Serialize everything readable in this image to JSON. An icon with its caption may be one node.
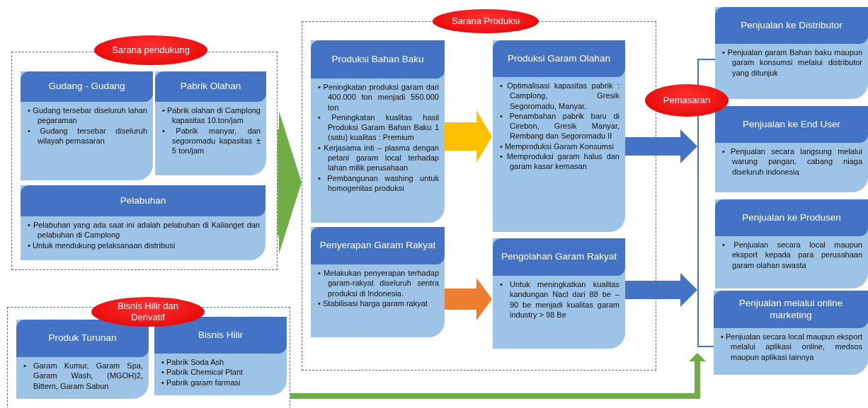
{
  "diagram": {
    "nodes": [
      {
        "text": [
          "Sarana pendukung"
        ]
      },
      {
        "text": [
          "Gudang - Gudang",
          "• Gudang tersebar diseluruh lahan pegaraman",
          "• Gudang tersebar diseluruh wilayah pemasaran"
        ],
        "in": 0
      },
      {
        "text": [
          "Pabrik Olahan",
          "• Pabrik olahan di Camplong kapasitas 10.ton/jam",
          "• Pabrik manyar, dan segoromadu kapasitas ± 5 ton/jam"
        ],
        "in": 0
      },
      {
        "text": [
          "Pelabuhan",
          "• Pelabuhan yang ada saat ini adalah pelabuhan di Kalianget dan pelabuhan di Camplong",
          "• Untuk mendukung pelaksanaan distribusi"
        ],
        "in": 0
      },
      {
        "text": [
          "Bisnis Hilir dan Derivatif"
        ]
      },
      {
        "text": [
          "Produk Turunan",
          "• Garam Kumur, Garam Spa, Garam Wash, (MGOH)2, Bittern, Garam Sabun"
        ],
        "in": 4
      },
      {
        "text": [
          "Bisnis Hilir",
          "• Pabrik Soda Ash",
          "• Pabrik Chemical Plant",
          "• Pabrik garam farmasi"
        ],
        "in": 4
      },
      {
        "text": [
          "Sarana Produksi"
        ]
      },
      {
        "text": [
          "Produksi Bahan Baku",
          "• Peningkatan produksi garam dari 400.000 ton menjadi 550.000 ton",
          "• Peningkatan kualitas hasil Produksi Garam Bahan Baku 1 (satu) kualitas : Premium",
          "• Kerjasama inti – plasma dengan petani garam local terhadap lahan milik perusahaan",
          "• Pembangunan washing untuk homogenitas produksi"
        ],
        "in": 7
      },
      {
        "text": [
          "Penyerapan Garam Rakyat",
          "• Melakukan penyerapan terhadap garam-rakyat diseluruh sentra produksi di Indonesia.",
          "• Stabilisasi harga garam rakyat"
        ],
        "in": 7
      },
      {
        "text": [
          "Produksi Garam Olahan",
          "• Optimalisasi kapasitas pabrik : Camplong, Gresik Segoromadu, Manyar.",
          "• Penambahan pabrik baru di Cirebon, Gresik Manyar, Rembang dan Segoromadu II",
          "• Memproduksi Garam Konsumsi",
          "• Memproduksi garam halus dan garam kasar kemasan"
        ],
        "in": 7
      },
      {
        "text": [
          "Pengolahan Garam Rakyat",
          "• Untuk meningkatkan kualitas kandungan Nacl dari 88 be – 90 be menjadi kualitas garam industry > 98 Be"
        ],
        "in": 7
      },
      {
        "text": [
          "Pemasaran"
        ]
      },
      {
        "text": [],
        "shape": "bracket"
      },
      {
        "text": [
          "Penjualan ke Distributor",
          "• Penjualan garam Bahan baku maupun garam konsumsi melalui distributor yang ditunjuk"
        ]
      },
      {
        "text": [
          "Penjualan ke  End User",
          "• Penjualan secara langsung melalui warung pangan, cabang niaga diseluruh indonesia"
        ]
      },
      {
        "text": [
          "Penjualan ke  Produsen",
          "• Penjualan secara local maupun eksport kepada para perusahaan garam olahan swasta"
        ]
      },
      {
        "text": [
          "Penjualan  melalui online marketing",
          "• Penjualan secara local maupun eksport melalui aplikasi online, medsos maupun aplikasi lainnya"
        ]
      }
    ],
    "edges": [
      {
        "from": 0,
        "to": 7,
        "arrow": "to",
        "style": "thick",
        "color": "#70ad47"
      },
      {
        "from": 8,
        "to": 10,
        "arrow": "to",
        "color": "#ffc000"
      },
      {
        "from": 9,
        "to": 11,
        "arrow": "to",
        "color": "#ed7d31"
      },
      {
        "from": 10,
        "to": 13,
        "arrow": "to",
        "color": "#4472c4"
      },
      {
        "from": 11,
        "to": 13,
        "arrow": "to",
        "color": "#4472c4"
      },
      {
        "from": 4,
        "to": 13,
        "arrow": "to",
        "color": "#70ad47"
      }
    ]
  }
}
